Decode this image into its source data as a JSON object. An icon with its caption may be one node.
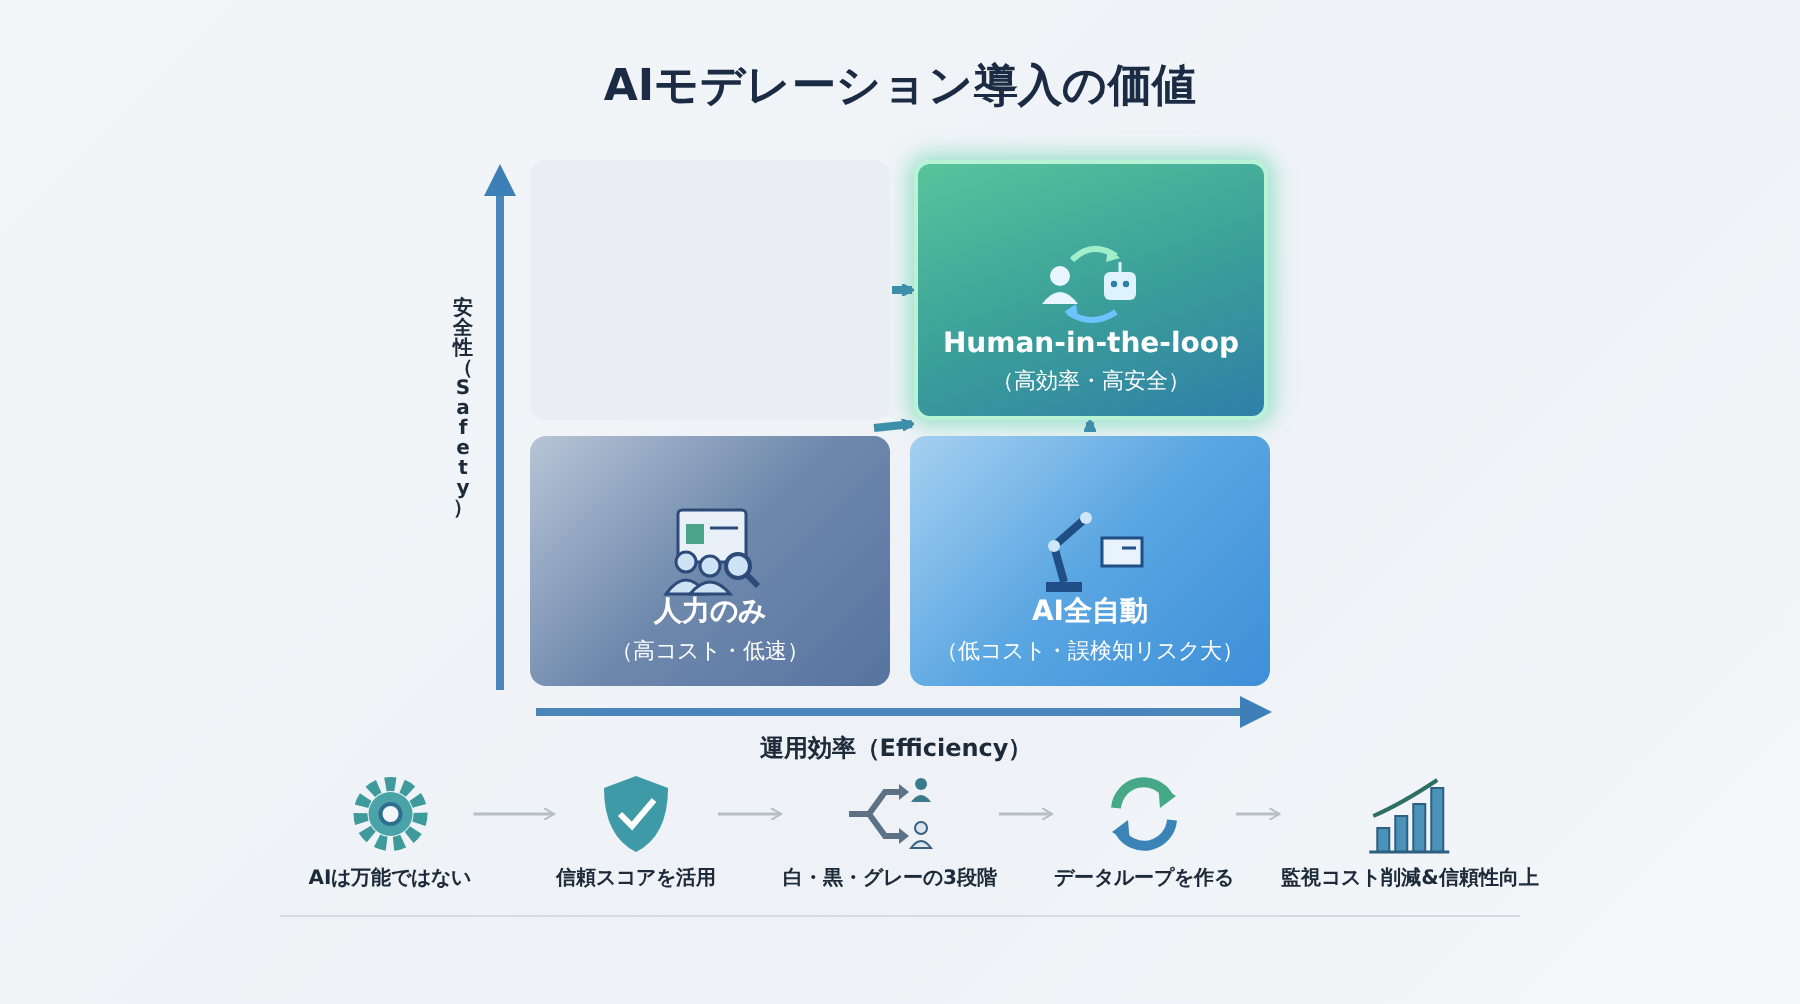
{
  "diagram": {
    "title": "AIモデレーション導入の価値",
    "nodes": [
      {
        "text": [],
        "shape": "box"
      },
      {
        "text": [
          "Human-in-the-loop",
          "（高効率・高安全）"
        ]
      },
      {
        "text": [
          "人力のみ",
          "（高コスト・低速）"
        ]
      },
      {
        "text": [
          "AI全自動",
          "（低コスト・誤検知リスク大）"
        ]
      },
      {
        "text": [
          "AIは万能ではない"
        ]
      },
      {
        "text": [
          "信頼スコアを活用"
        ]
      },
      {
        "text": [
          "白・黒・グレーの3段階"
        ]
      },
      {
        "text": [
          "データループを作る"
        ]
      },
      {
        "text": [
          "監視コスト削減&信頼性向上"
        ]
      }
    ],
    "edges": [
      {
        "from": 0,
        "to": 1,
        "arrow": "to",
        "style": "thick",
        "color": "#3d8ea8"
      },
      {
        "from": 2,
        "to": 1,
        "arrow": "to",
        "style": "thick",
        "color": "#3d8ea8"
      },
      {
        "from": 3,
        "to": 1,
        "arrow": "to",
        "style": "thick",
        "color": "#3d8ea8"
      },
      {
        "from": 4,
        "to": 5,
        "arrow": "to",
        "color": "#b8bec6"
      },
      {
        "from": 5,
        "to": 6,
        "arrow": "to",
        "color": "#b8bec6"
      },
      {
        "from": 6,
        "to": 7,
        "arrow": "to",
        "color": "#b8bec6"
      },
      {
        "from": 7,
        "to": 8,
        "arrow": "to",
        "color": "#b8bec6"
      }
    ],
    "labels": [
      "安全性（Safety）",
      "運用効率（Efficiency）"
    ]
  }
}
